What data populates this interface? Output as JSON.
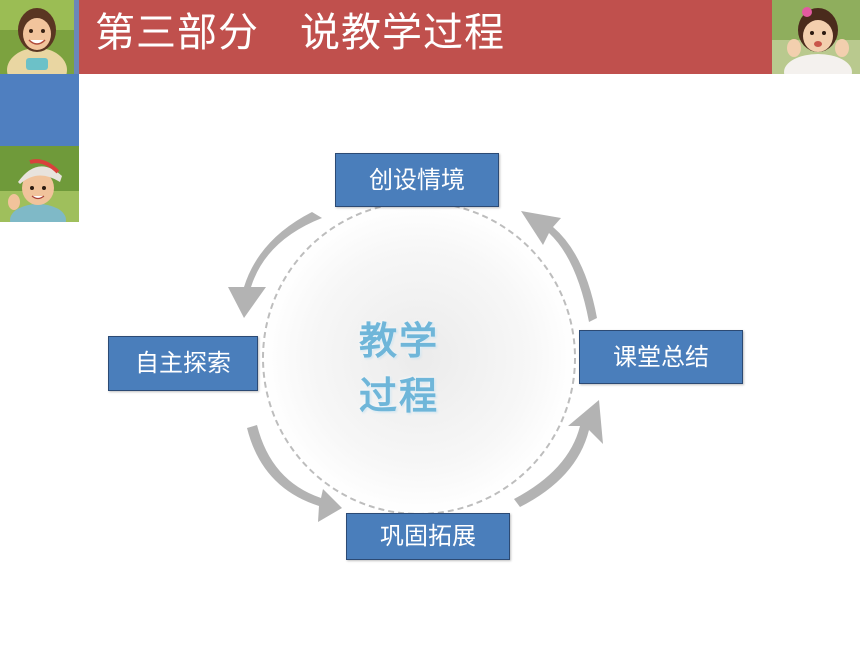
{
  "title": "第三部分　说教学过程",
  "center_label": {
    "line1": "教学",
    "line2": "过程"
  },
  "stages": [
    {
      "label": "创设情境"
    },
    {
      "label": "课堂总结"
    },
    {
      "label": "巩固拓展"
    },
    {
      "label": "自主探索"
    }
  ],
  "colors": {
    "title_bar": "#c0504d",
    "stage_box": "#4a7ebb",
    "side_block": "#4f7fc0",
    "arrow": "#b3b3b3",
    "center_text": "#6fb6d9"
  }
}
